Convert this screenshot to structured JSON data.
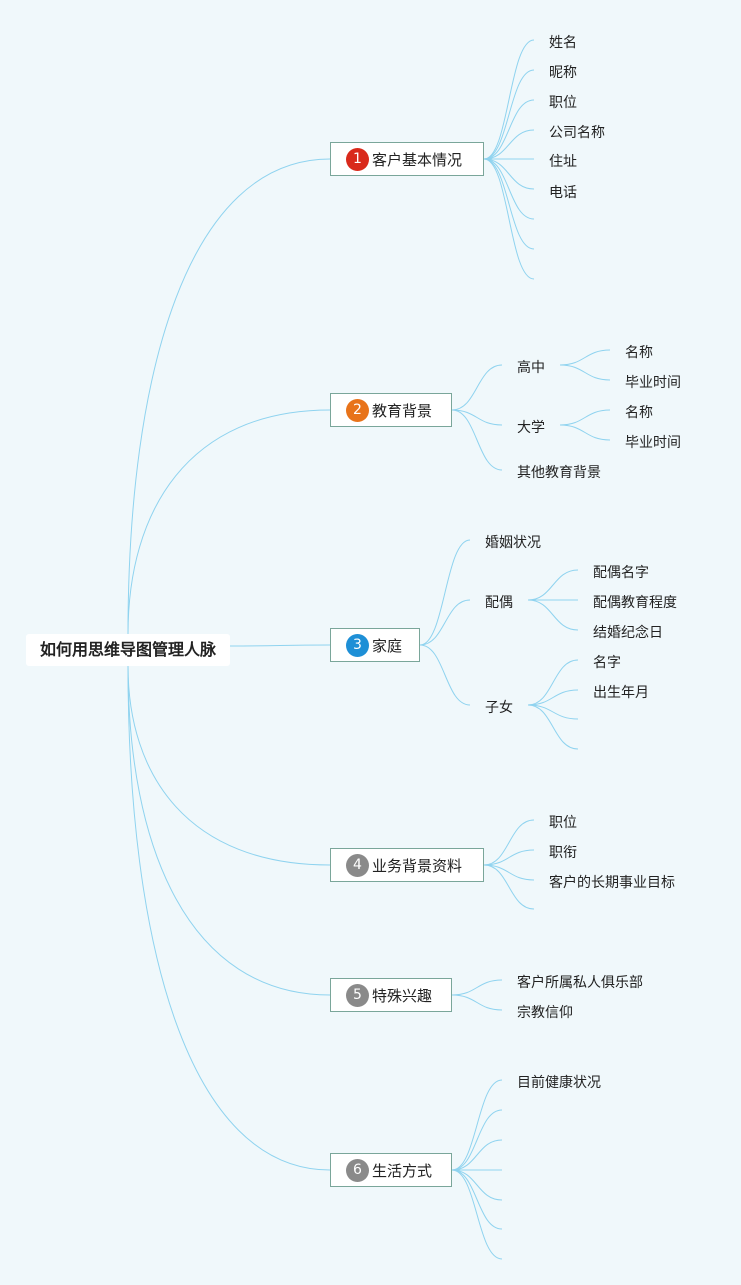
{
  "root": {
    "label": "如何用思维导图管理人脉"
  },
  "branches": [
    {
      "number": "1",
      "label": "客户基本情况",
      "badge_color": "#d9291b",
      "children": [
        "姓名",
        "昵称",
        "职位",
        "公司名称",
        "住址",
        "电话"
      ]
    },
    {
      "number": "2",
      "label": "教育背景",
      "badge_color": "#e8731a",
      "children": [
        {
          "label": "高中",
          "children": [
            "名称",
            "毕业时间"
          ]
        },
        {
          "label": "大学",
          "children": [
            "名称",
            "毕业时间"
          ]
        },
        "其他教育背景"
      ]
    },
    {
      "number": "3",
      "label": "家庭",
      "badge_color": "#1e8fd6",
      "children": [
        "婚姻状况",
        {
          "label": "配偶",
          "children": [
            "配偶名字",
            "配偶教育程度",
            "结婚纪念日"
          ]
        },
        {
          "label": "子女",
          "children": [
            "名字",
            "出生年月"
          ]
        }
      ]
    },
    {
      "number": "4",
      "label": "业务背景资料",
      "badge_color": "#8a8a8a",
      "children": [
        "职位",
        "职衔",
        "客户的长期事业目标"
      ]
    },
    {
      "number": "5",
      "label": "特殊兴趣",
      "badge_color": "#8a8a8a",
      "children": [
        "客户所属私人俱乐部",
        "宗教信仰"
      ]
    },
    {
      "number": "6",
      "label": "生活方式",
      "badge_color": "#8a8a8a",
      "children": [
        "目前健康状况"
      ]
    }
  ],
  "colors": {
    "background": "#f0f8fb",
    "connector": "#8fd3ef",
    "node_border": "#7aa69a"
  }
}
